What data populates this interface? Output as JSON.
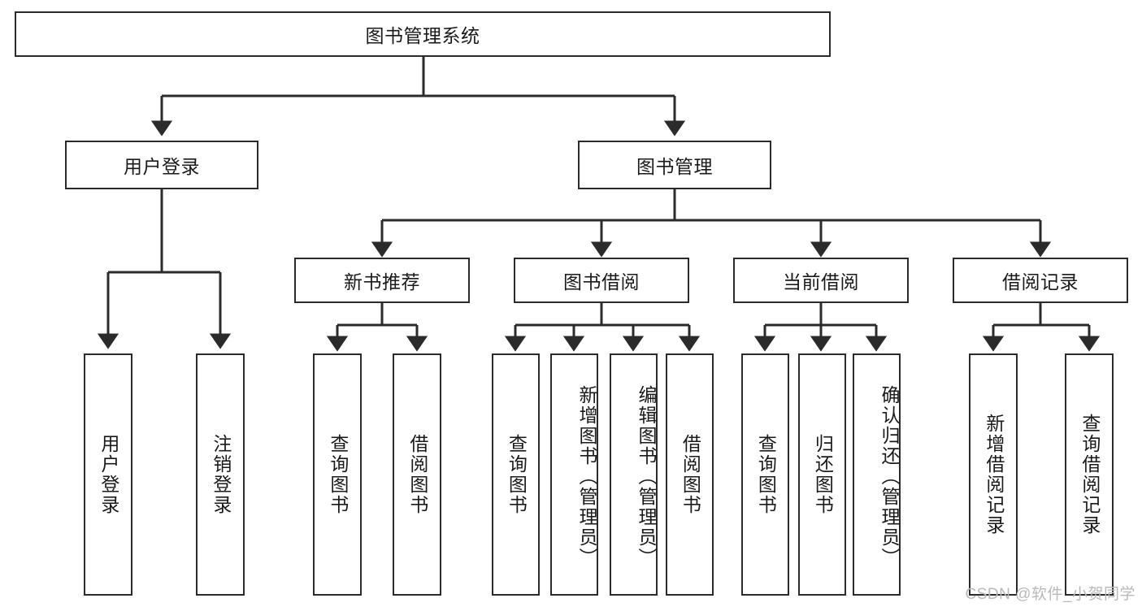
{
  "diagram": {
    "title": "图书管理系统",
    "type": "tree-hierarchy-diagram",
    "watermark": "CSDN @软件_小贺同学",
    "colors": {
      "stroke": "#2b2b2b",
      "fill": "#ffffff",
      "text": "#1a1a1a",
      "watermark": "#b9b9b9"
    },
    "levels": {
      "root": {
        "label": "图书管理系统"
      },
      "level2": [
        {
          "id": "user-login",
          "label": "用户登录"
        },
        {
          "id": "book-management",
          "label": "图书管理"
        }
      ],
      "level3": [
        {
          "id": "new-book-recommend",
          "label": "新书推荐"
        },
        {
          "id": "book-borrow",
          "label": "图书借阅"
        },
        {
          "id": "current-borrow",
          "label": "当前借阅"
        },
        {
          "id": "borrow-record",
          "label": "借阅记录"
        }
      ],
      "leaves": [
        {
          "id": "leaf-user-login",
          "label": "用户登录",
          "parent": "user-login"
        },
        {
          "id": "leaf-logout-login",
          "label": "注销登录",
          "parent": "user-login"
        },
        {
          "id": "leaf-query-book-1",
          "label": "查询图书",
          "parent": "new-book-recommend"
        },
        {
          "id": "leaf-borrow-book-1",
          "label": "借阅图书",
          "parent": "new-book-recommend"
        },
        {
          "id": "leaf-query-book-2",
          "label": "查询图书",
          "parent": "book-borrow"
        },
        {
          "id": "leaf-add-book-admin",
          "label": "新增图书（管理员）",
          "parent": "book-borrow"
        },
        {
          "id": "leaf-edit-book-admin",
          "label": "编辑图书（管理员）",
          "parent": "book-borrow"
        },
        {
          "id": "leaf-borrow-book-2",
          "label": "借阅图书",
          "parent": "book-borrow"
        },
        {
          "id": "leaf-query-book-3",
          "label": "查询图书",
          "parent": "current-borrow"
        },
        {
          "id": "leaf-return-book",
          "label": "归还图书",
          "parent": "current-borrow"
        },
        {
          "id": "leaf-confirm-return-admin",
          "label": "确认归还（管理员）",
          "parent": "current-borrow"
        },
        {
          "id": "leaf-add-borrow-record",
          "label": "新增借阅记录",
          "parent": "borrow-record"
        },
        {
          "id": "leaf-query-borrow-record",
          "label": "查询借阅记录",
          "parent": "borrow-record"
        }
      ]
    }
  }
}
